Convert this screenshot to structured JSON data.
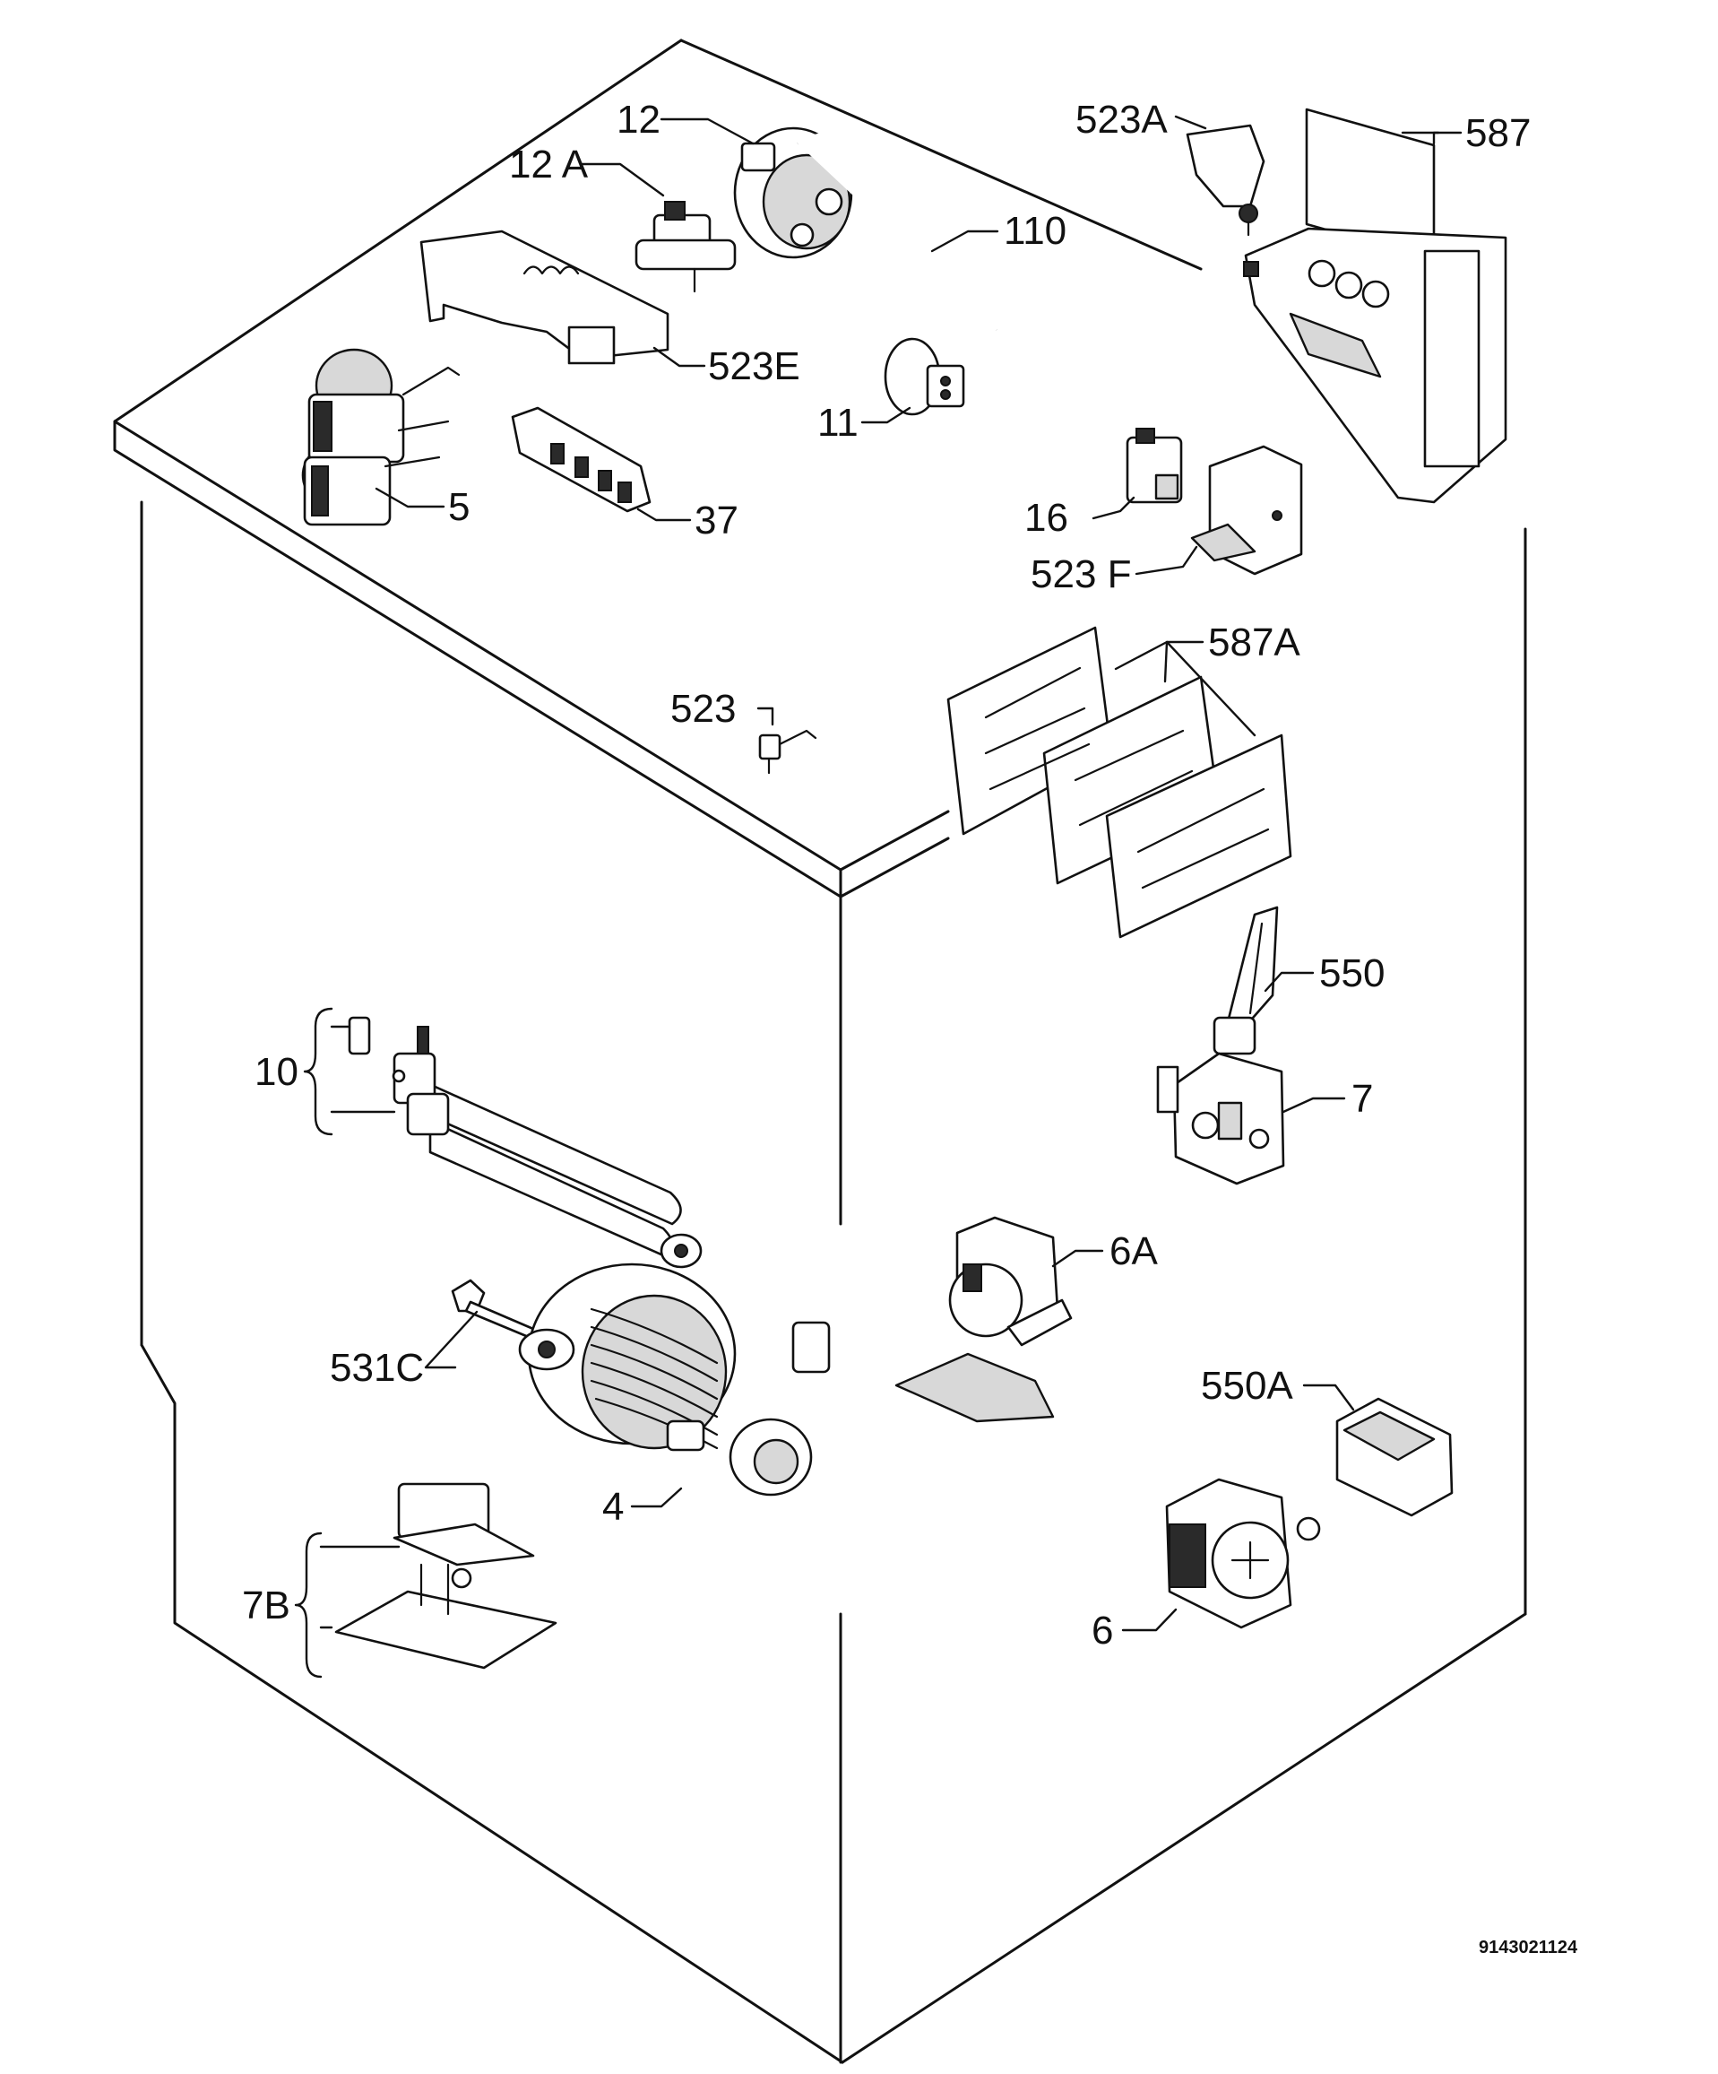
{
  "labels": {
    "p12": "12",
    "p12a": "12 A",
    "p110": "110",
    "p523e": "523E",
    "p11": "11",
    "p5": "5",
    "p37": "37",
    "p523a": "523A",
    "p587": "587",
    "p16": "16",
    "p523f": "523 F",
    "p523": "523",
    "p587a": "587A",
    "p550": "550",
    "p7": "7",
    "p10": "10",
    "p6a": "6A",
    "p531c": "531C",
    "p550a": "550A",
    "p4": "4",
    "p7b": "7B",
    "p6": "6"
  },
  "diagram_code": "9143021124"
}
